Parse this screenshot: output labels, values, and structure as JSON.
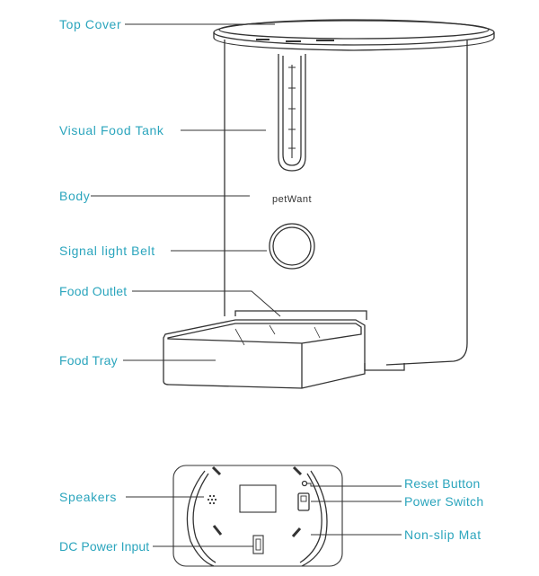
{
  "labels": {
    "top_cover": "Top Cover",
    "visual_food_tank": "Visual Food Tank",
    "body": "Body",
    "signal_light_belt": "Signal light Belt",
    "food_outlet": "Food Outlet",
    "food_tray": "Food Tray",
    "speakers": "Speakers",
    "dc_power_input": "DC Power Input",
    "reset_button": "Reset Button",
    "power_switch": "Power Switch",
    "non_slip_mat": "Non-slip Mat"
  },
  "brand_logo": "petWant",
  "colors": {
    "label": "#2ba5bd",
    "line": "#333333"
  }
}
